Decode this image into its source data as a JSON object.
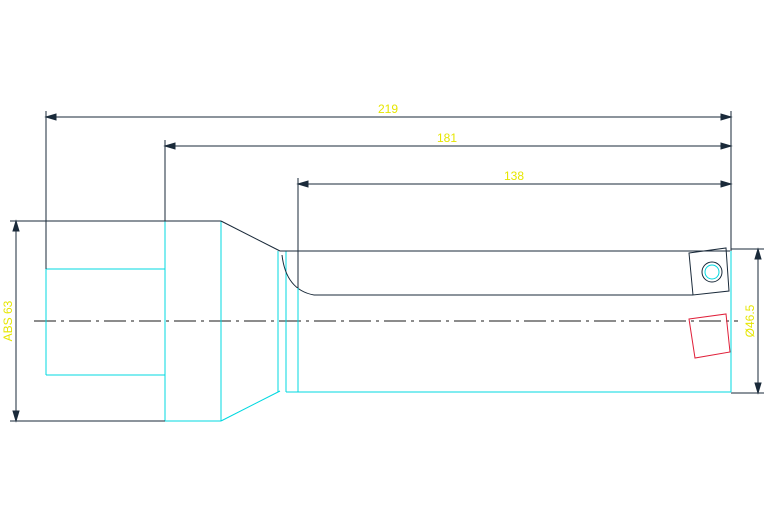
{
  "colors": {
    "background": "#ffffff",
    "geometry": "#00d8e0",
    "edge": "#1a2a3a",
    "dimension_text": "#e6e600",
    "centerline": "#1a1a1a",
    "insert": "#e0203a"
  },
  "dimensions": {
    "overall_length": "219",
    "body_length": "181",
    "bore_depth": "138",
    "shank": "ABS 63",
    "cut_diameter": "Ø46.5"
  }
}
